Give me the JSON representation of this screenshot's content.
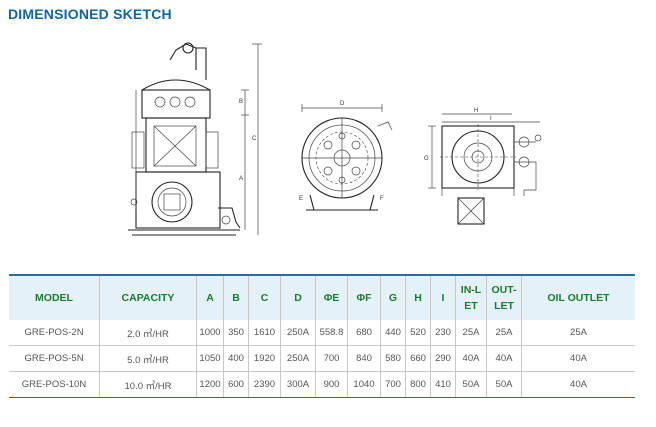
{
  "title": "DIMENSIONED SKETCH",
  "table": {
    "headers": [
      {
        "key": "model",
        "text": "MODEL"
      },
      {
        "key": "capacity",
        "text": "CAPACITY"
      },
      {
        "key": "a",
        "text": "A"
      },
      {
        "key": "b",
        "text": "B"
      },
      {
        "key": "c",
        "text": "C"
      },
      {
        "key": "d",
        "text": "D"
      },
      {
        "key": "e",
        "text": "ΦE"
      },
      {
        "key": "f",
        "text": "ΦF"
      },
      {
        "key": "g",
        "text": "G"
      },
      {
        "key": "h",
        "text": "H"
      },
      {
        "key": "i",
        "text": "I"
      },
      {
        "key": "inlet",
        "text": "IN-LET"
      },
      {
        "key": "outlet",
        "text": "OUT-LET"
      },
      {
        "key": "oil_outlet",
        "text": "OIL OUTLET"
      }
    ],
    "rows": [
      [
        "GRE-POS-2N",
        "2.0 ㎥/HR",
        "1000",
        "350",
        "1610",
        "250A",
        "558.8",
        "680",
        "440",
        "520",
        "230",
        "25A",
        "25A",
        "25A"
      ],
      [
        "GRE-POS-5N",
        "5.0 ㎥/HR",
        "1050",
        "400",
        "1920",
        "250A",
        "700",
        "840",
        "580",
        "660",
        "290",
        "40A",
        "40A",
        "40A"
      ],
      [
        "GRE-POS-10N",
        "10.0 ㎥/HR",
        "1200",
        "600",
        "2390",
        "300A",
        "900",
        "1040",
        "700",
        "800",
        "410",
        "50A",
        "50A",
        "40A"
      ]
    ]
  },
  "sketch": {
    "labels": [
      "B",
      "C",
      "A",
      "D",
      "G",
      "H",
      "I",
      "E",
      "F"
    ]
  }
}
